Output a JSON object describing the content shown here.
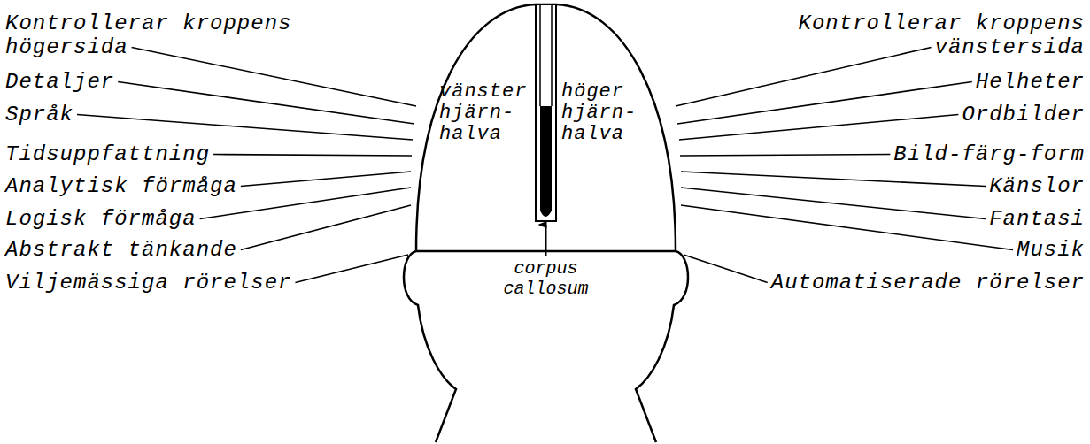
{
  "diagram": {
    "nodes": [
      {
        "text": [
          "vänster hjärn- halva"
        ]
      },
      {
        "text": [
          "höger hjärn- halva"
        ]
      }
    ],
    "labels": [
      "Kontrollerar kroppens högersida",
      "Detaljer",
      "Språk",
      "Tidsuppfattning",
      "Analytisk förmåga",
      "Logisk förmåga",
      "Abstrakt tänkande",
      "Viljemässiga rörelser",
      "Kontrollerar kroppens vänstersida",
      "Helheter",
      "Ordbilder",
      "Bild-färg-form",
      "Känslor",
      "Fantasi",
      "Musik",
      "Automatiserade rörelser",
      "corpus callosum"
    ]
  }
}
